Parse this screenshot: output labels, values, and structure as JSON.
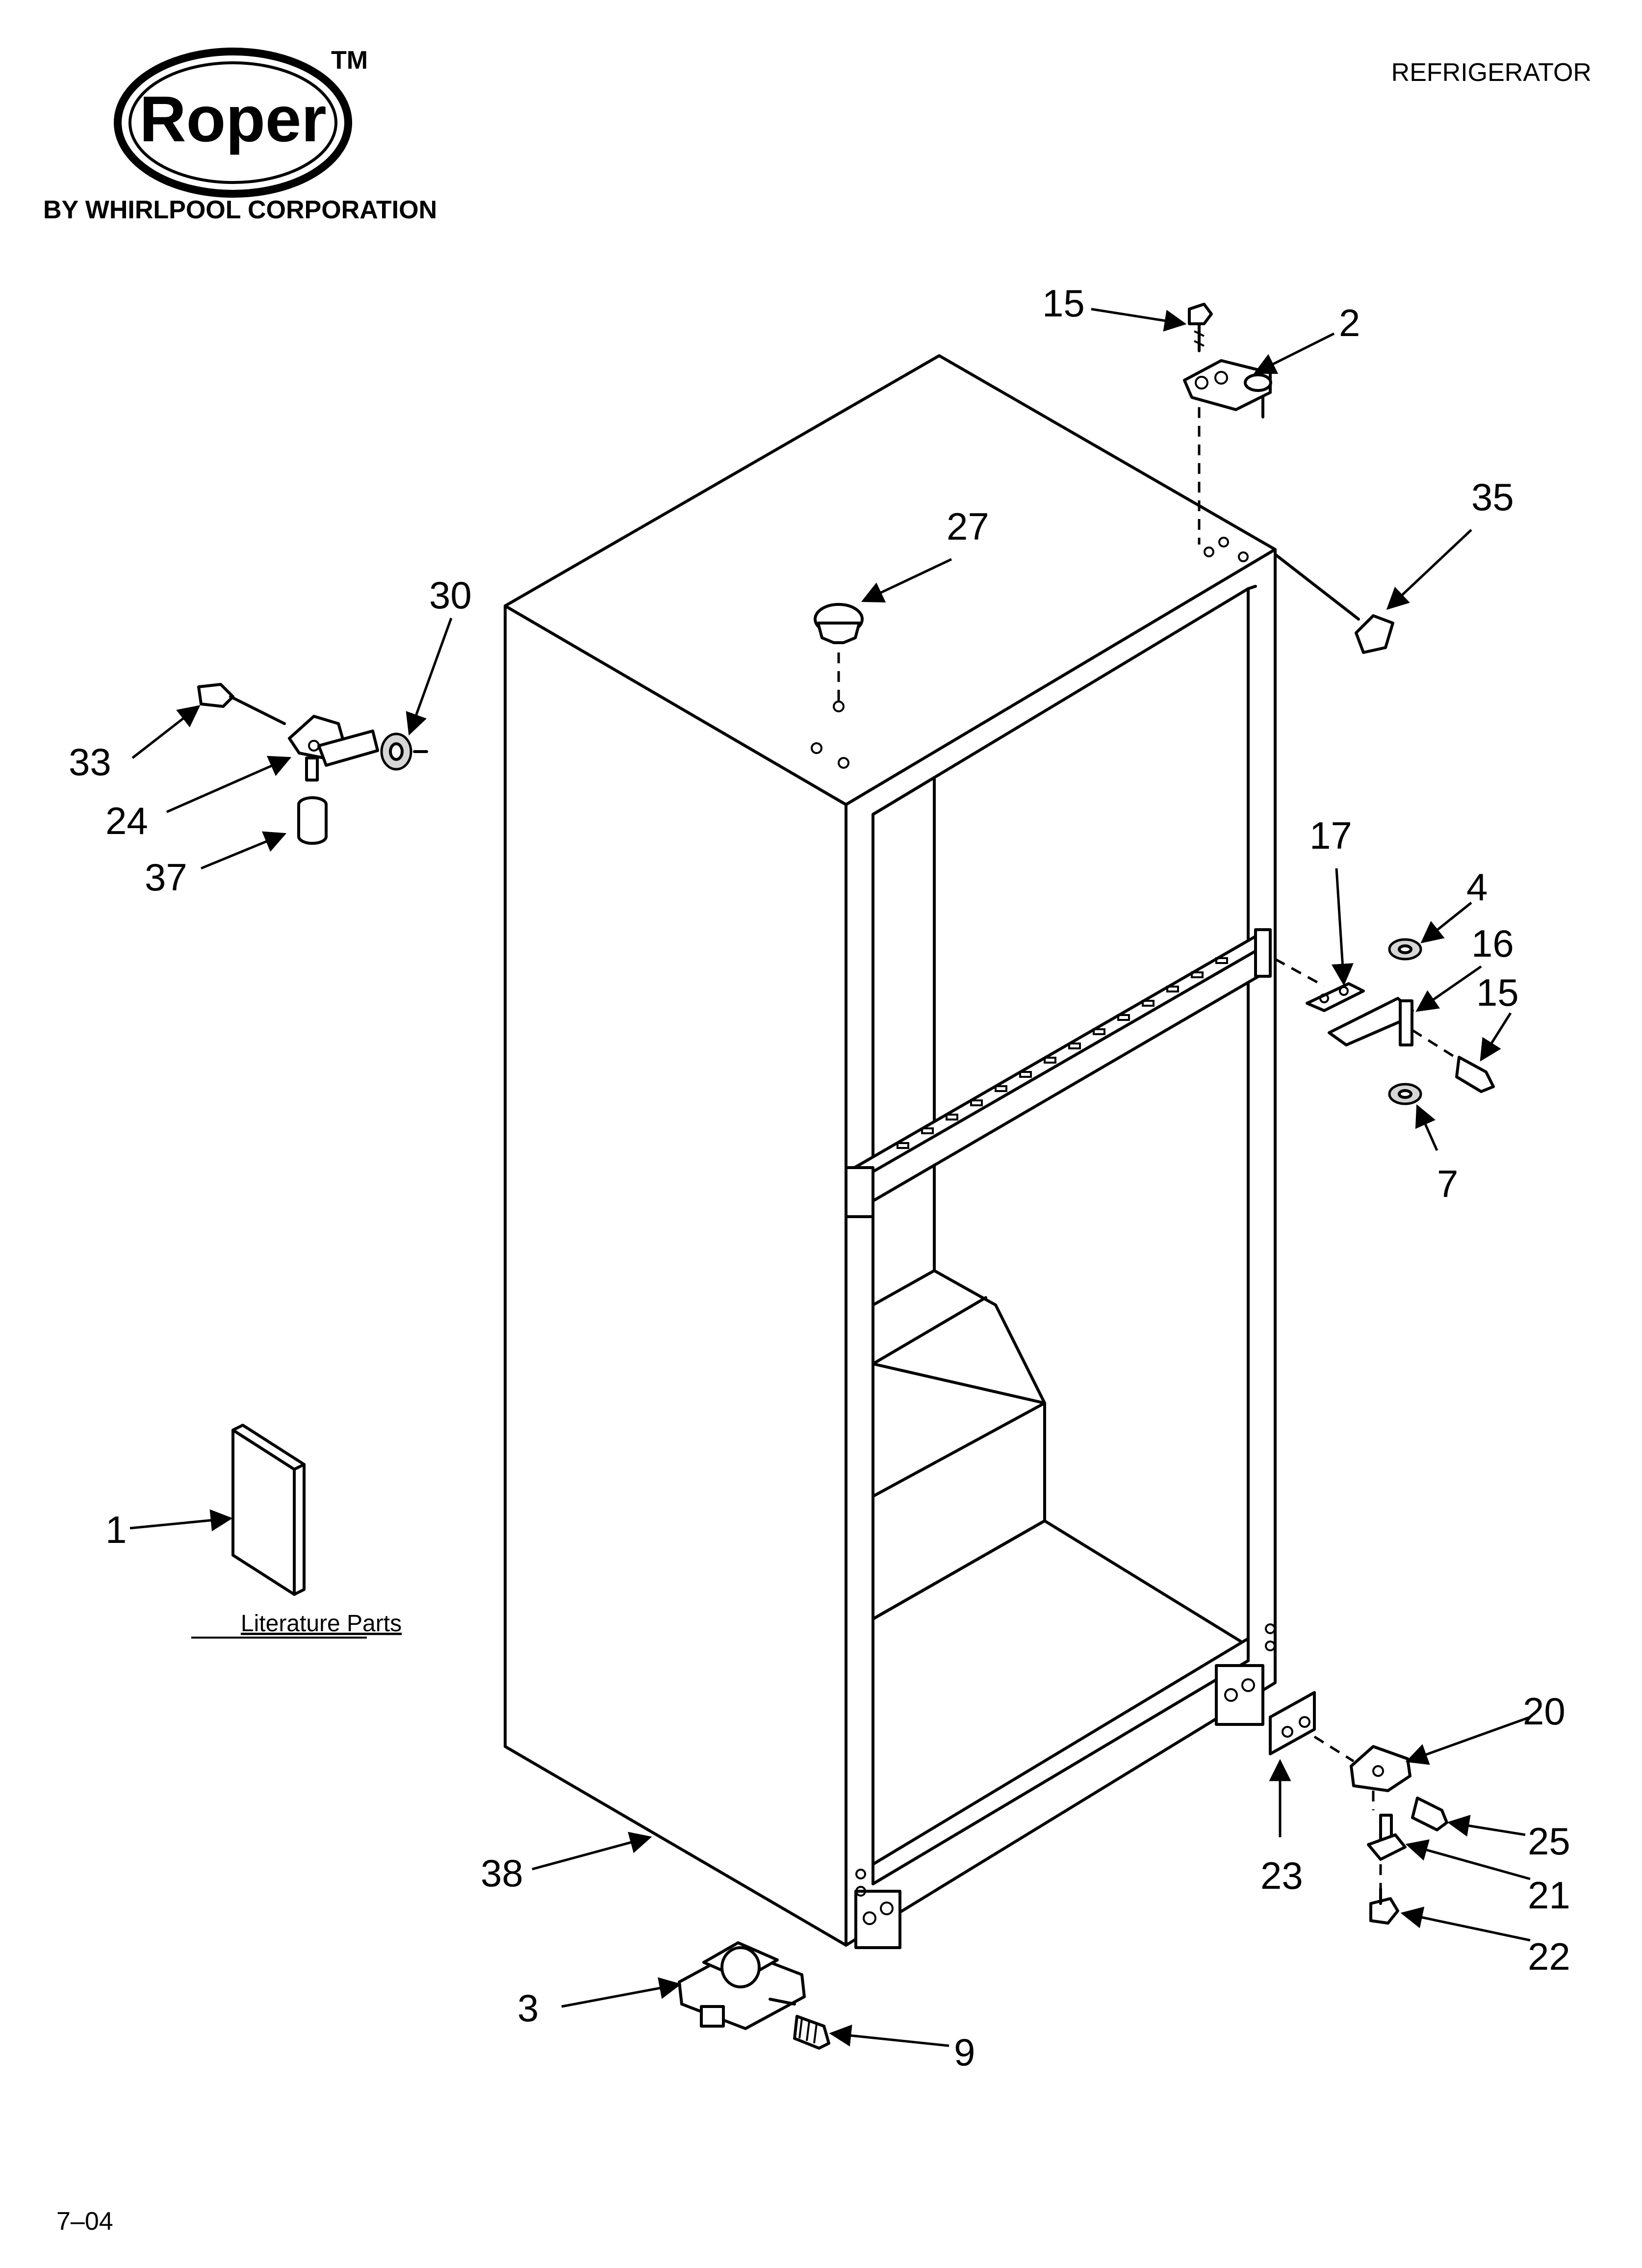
{
  "header": {
    "brand": "Roper",
    "trademark": "TM",
    "tagline": "BY WHIRLPOOL CORPORATION",
    "category": "REFRIGERATOR"
  },
  "footer": {
    "date_code": "7–04"
  },
  "literature": {
    "label": "Literature Parts"
  },
  "callouts": {
    "c1": "1",
    "c2": "2",
    "c3": "3",
    "c4": "4",
    "c7": "7",
    "c9": "9",
    "c15a": "15",
    "c15b": "15",
    "c16": "16",
    "c17": "17",
    "c20": "20",
    "c21": "21",
    "c22": "22",
    "c23": "23",
    "c24": "24",
    "c25": "25",
    "c27": "27",
    "c30": "30",
    "c33": "33",
    "c35": "35",
    "c37": "37",
    "c38": "38"
  },
  "icons": {
    "logo": "roper-oval-logo",
    "arrow": "leader-arrow"
  }
}
